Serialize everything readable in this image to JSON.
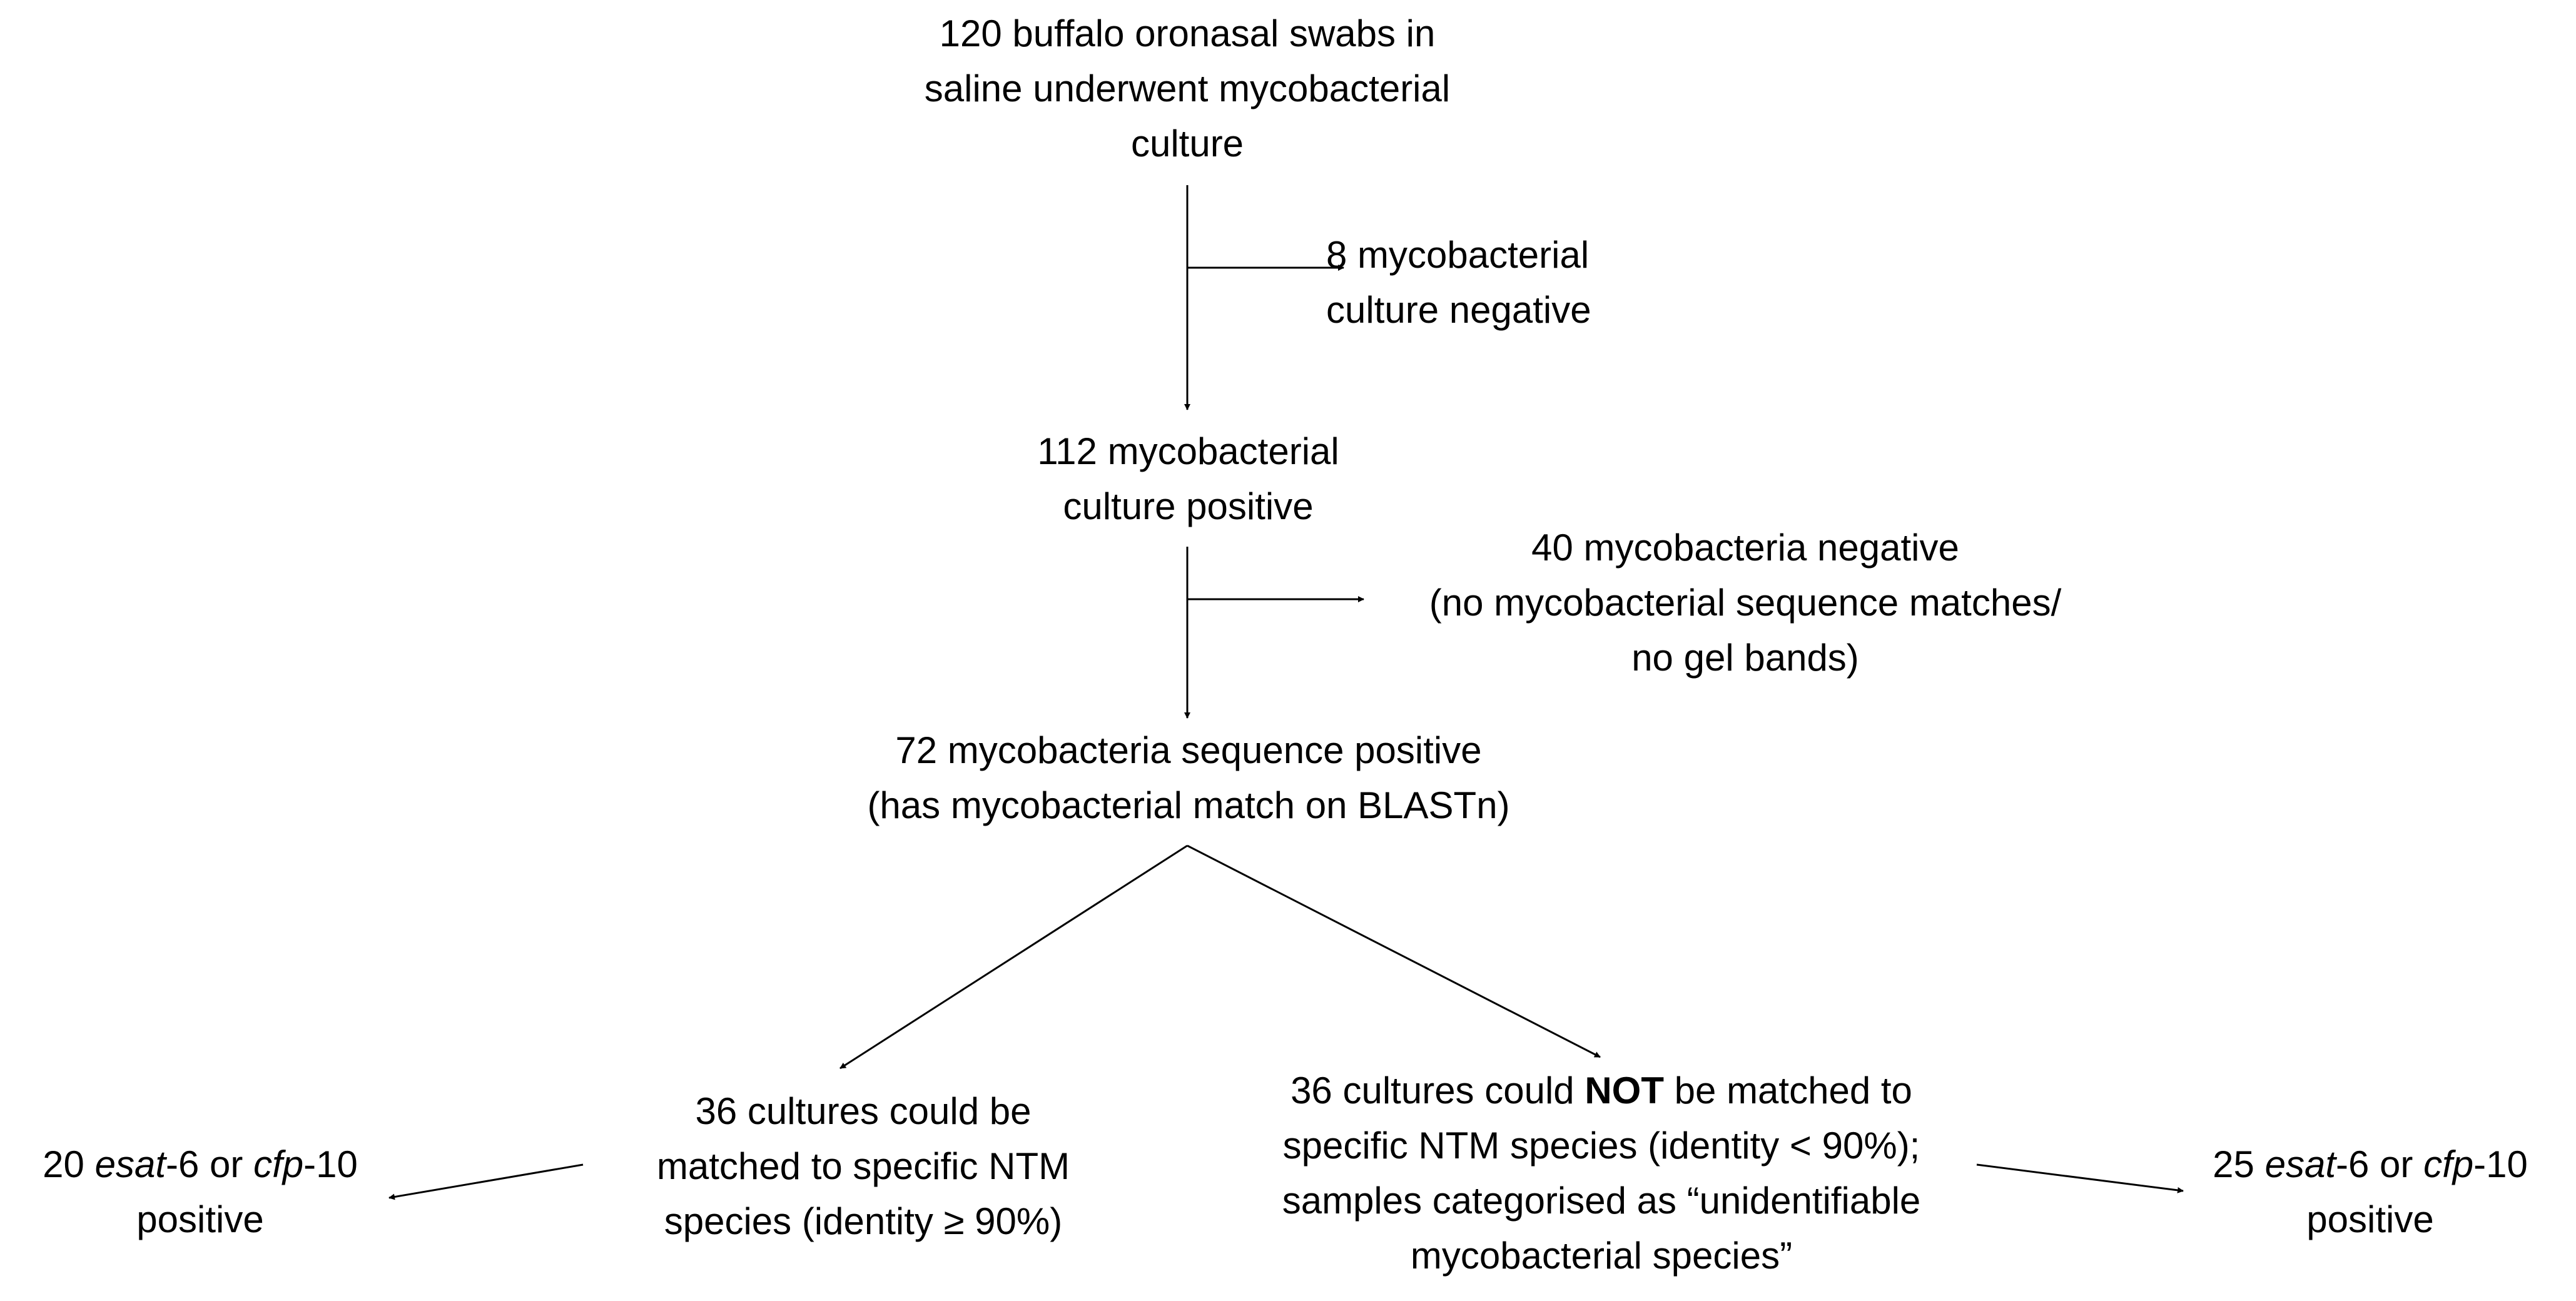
{
  "nodes": {
    "start": {
      "lines": [
        "120 buffalo oronasal swabs in",
        "saline underwent mycobacterial",
        "culture"
      ]
    },
    "neg8": {
      "lines": [
        "8 mycobacterial",
        "culture negative"
      ]
    },
    "pos112": {
      "lines": [
        "112 mycobacterial",
        "culture positive"
      ]
    },
    "neg40": {
      "lines": [
        "40 mycobacteria negative",
        "(no mycobacterial sequence matches/",
        "no gel bands)"
      ]
    },
    "seq72": {
      "lines": [
        "72 mycobacteria sequence positive",
        "(has mycobacterial match on BLASTn)"
      ]
    },
    "matched": {
      "lines": [
        "36 cultures could be",
        "matched to specific NTM",
        "species (identity ≥ 90%)"
      ]
    },
    "unmatched": {
      "line1_pre": "36 cultures could ",
      "line1_bold": "NOT",
      "line1_post": " be matched to",
      "line2": "specific NTM species (identity < 90%);",
      "line3": "samples categorised as “unidentifiable",
      "line4": "mycobacterial species”"
    },
    "esat20": {
      "count": "20 ",
      "gene1": "esat",
      "suffix1": "-6 or ",
      "gene2": "cfp",
      "suffix2": "-10",
      "line2": "positive"
    },
    "esat25": {
      "count": "25 ",
      "gene1": "esat",
      "suffix1": "-6 or ",
      "gene2": "cfp",
      "suffix2": "-10",
      "line2": "positive"
    }
  },
  "style": {
    "line_color": "#000000",
    "text_color": "#000000",
    "background": "#ffffff"
  }
}
